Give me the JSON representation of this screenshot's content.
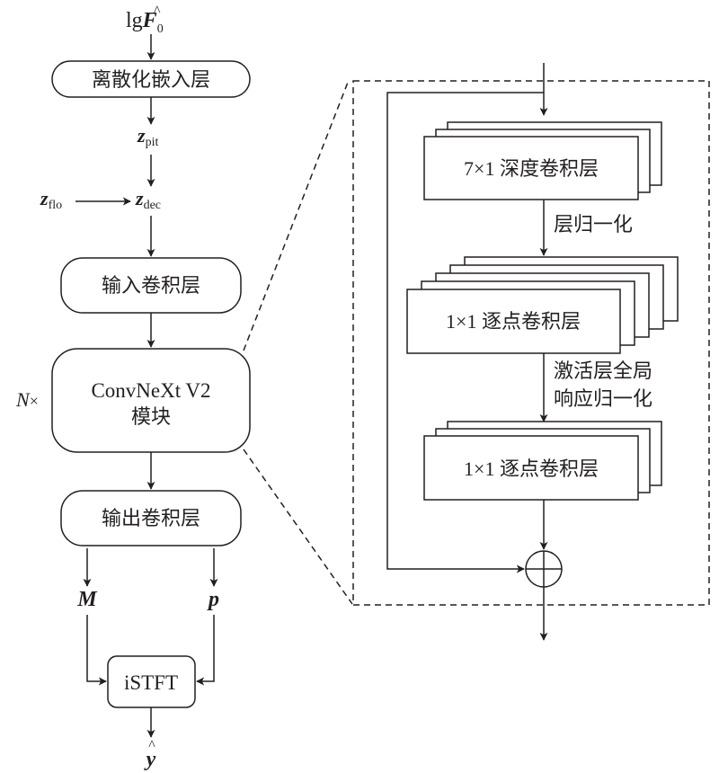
{
  "left_column": {
    "input": {
      "prefix": "lg",
      "symbol": "F",
      "accent": "^",
      "subscript": "0"
    },
    "discrete_embedding_label": "离散化嵌入层",
    "z_pit": {
      "symbol": "z",
      "subscript": "pit"
    },
    "z_flo": {
      "symbol": "z",
      "subscript": "flo"
    },
    "z_dec": {
      "symbol": "z",
      "subscript": "dec"
    },
    "input_conv_label": "输入卷积层",
    "convnext_block": {
      "line1": "ConvNeXt V2",
      "line2": "模块",
      "repeat_label": "N",
      "repeat_suffix": "×"
    },
    "output_conv_label": "输出卷积层",
    "magnitude_label": "M",
    "phase_label": "p",
    "istft_label": "iSTFT",
    "output": {
      "symbol": "y",
      "accent": "^"
    }
  },
  "detail_panel": {
    "depthwise_conv_label": "7×1 深度卷积层",
    "layer_norm_label": "层归一化",
    "pointwise_conv1_label": "1×1 逐点卷积层",
    "activation_grn_line1": "激活层全局",
    "activation_grn_line2": "响应归一化",
    "pointwise_conv2_label": "1×1 逐点卷积层",
    "residual_add_icon": "circle-plus-icon",
    "stack_layers": [
      3,
      5,
      3
    ]
  }
}
